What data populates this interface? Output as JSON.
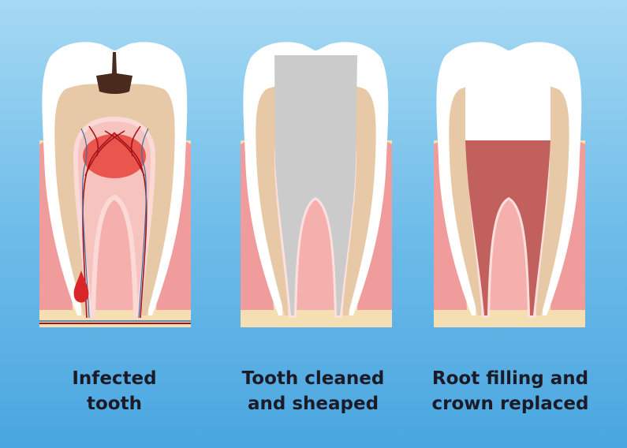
{
  "title": "Root canal treatment stages",
  "stages": [
    {
      "line1": "Infected",
      "line2": "tooth"
    },
    {
      "line1": "Tooth cleaned",
      "line2": "and sheaped"
    },
    {
      "line1": "Root filling and",
      "line2": "crown replaced"
    }
  ],
  "colors": {
    "enamel": "#ffffff",
    "dentin": "#e7c9a8",
    "pulp": "#f4a7a2",
    "gum": "#f0a0a0",
    "bone": "#f4deb2",
    "decay": "#4a2a1c",
    "cleaned": "#cbcbcb",
    "filling": "#c2605e"
  }
}
